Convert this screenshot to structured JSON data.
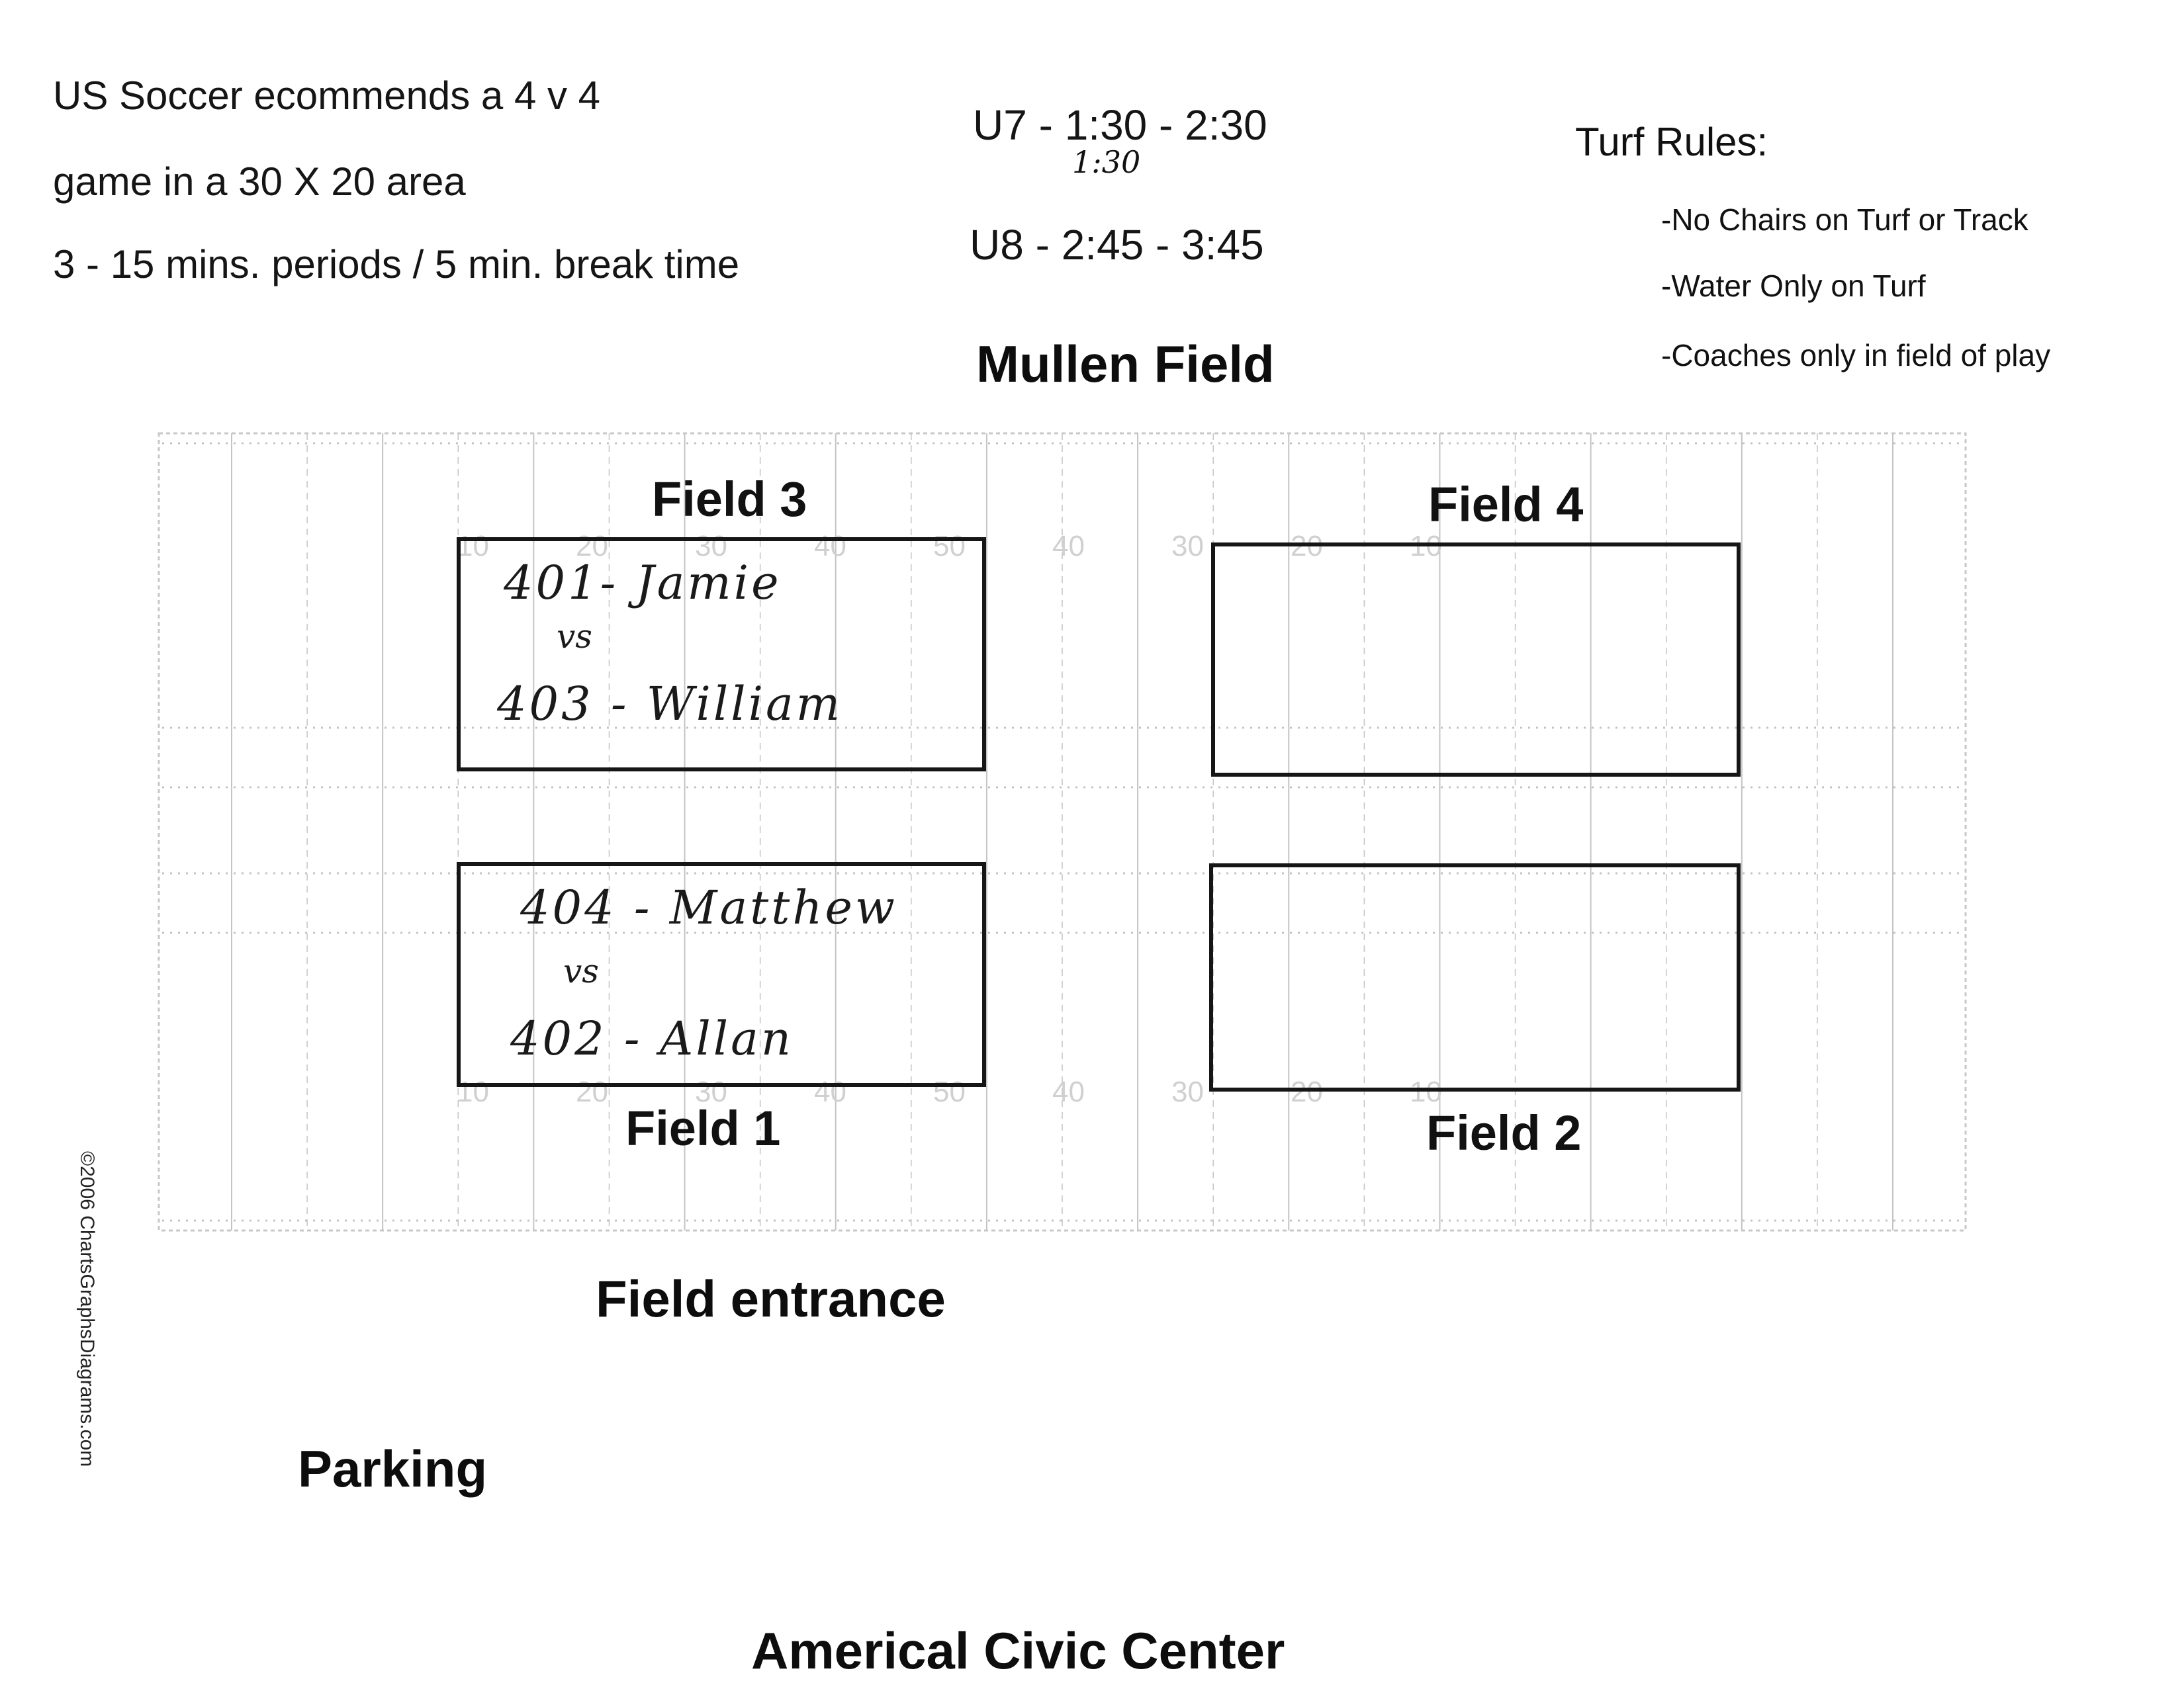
{
  "intro": {
    "line1": "US Soccer  ecommends a 4 v 4",
    "line2": "game in a 30 X 20 area",
    "line3": "3 - 15 mins. periods / 5 min. break time"
  },
  "schedule": {
    "u7": "U7 - 1:30 - 2:30",
    "u7_note": "1:30",
    "u8": "U8 - 2:45 - 3:45"
  },
  "turf_rules": {
    "title": "Turf Rules:",
    "items": [
      "-No Chairs on Turf or Track",
      "-Water Only on Turf",
      "-Coaches only in field of play"
    ]
  },
  "mullen_field": "Mullen Field",
  "fields": {
    "field3": {
      "label": "Field 3",
      "team_a": "401- Jamie",
      "vs": "vs",
      "team_b": "403 - William"
    },
    "field4": {
      "label": "Field 4"
    },
    "field1": {
      "label": "Field 1",
      "team_a": "404 - Matthew",
      "vs": "vs",
      "team_b": "402 - Allan"
    },
    "field2": {
      "label": "Field 2"
    }
  },
  "yard_markers": [
    "10",
    "20",
    "30",
    "40",
    "50",
    "40",
    "30",
    "20",
    "10"
  ],
  "field_entrance": "Field entrance",
  "parking": "Parking",
  "civic_center": "Americal Civic Center",
  "copyright": "©2006 ChartsGraphsDiagrams.com",
  "colors": {
    "ink": "#111111",
    "grid": "#c4c4c4",
    "paper": "#ffffff"
  }
}
